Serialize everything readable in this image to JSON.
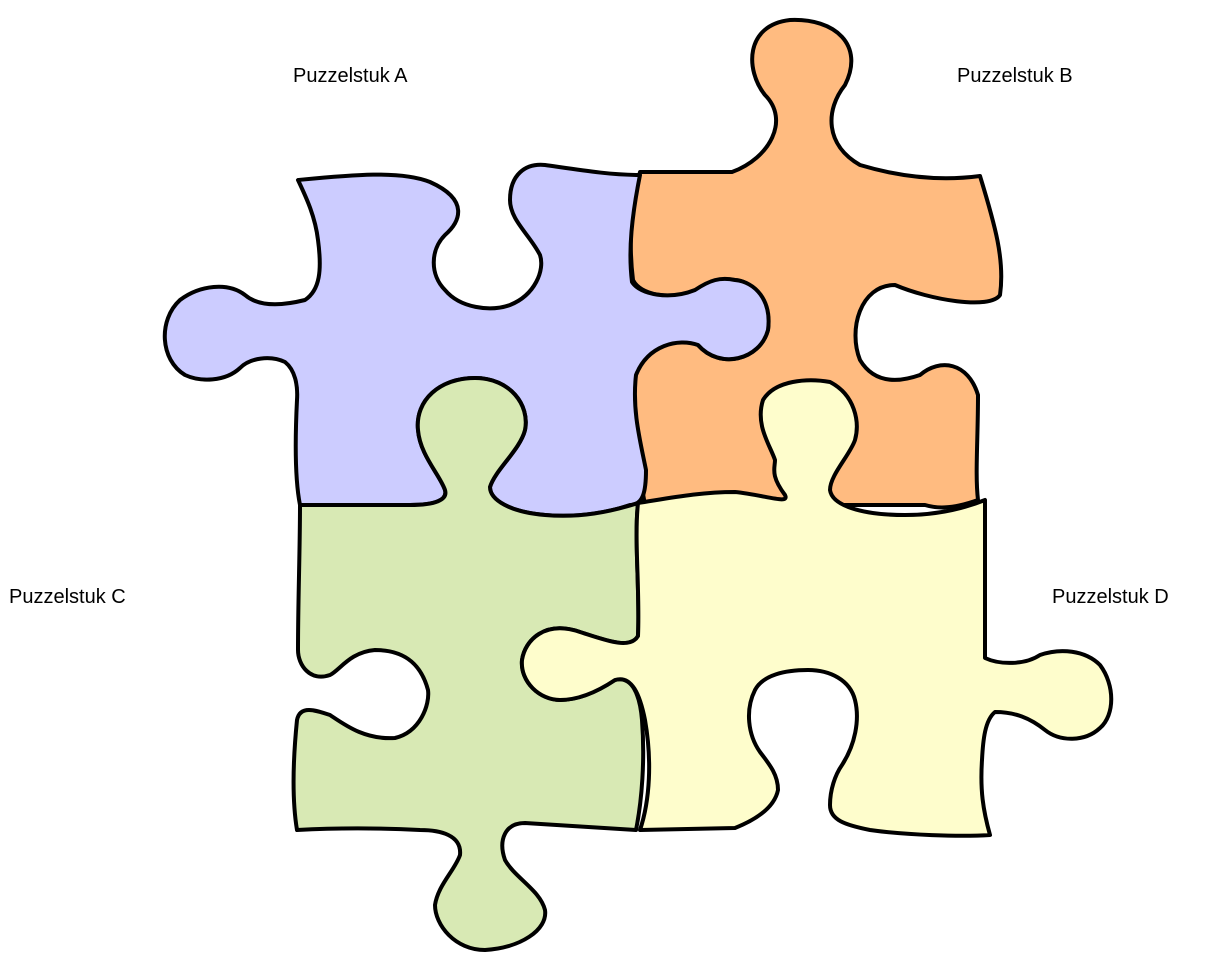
{
  "pieces": [
    {
      "id": "A",
      "label": "Puzzelstuk A",
      "color": "#ccccff"
    },
    {
      "id": "B",
      "label": "Puzzelstuk B",
      "color": "#ffbb80"
    },
    {
      "id": "C",
      "label": "Puzzelstuk C",
      "color": "#d8e9b4"
    },
    {
      "id": "D",
      "label": "Puzzelstuk D",
      "color": "#fefdcc"
    }
  ]
}
